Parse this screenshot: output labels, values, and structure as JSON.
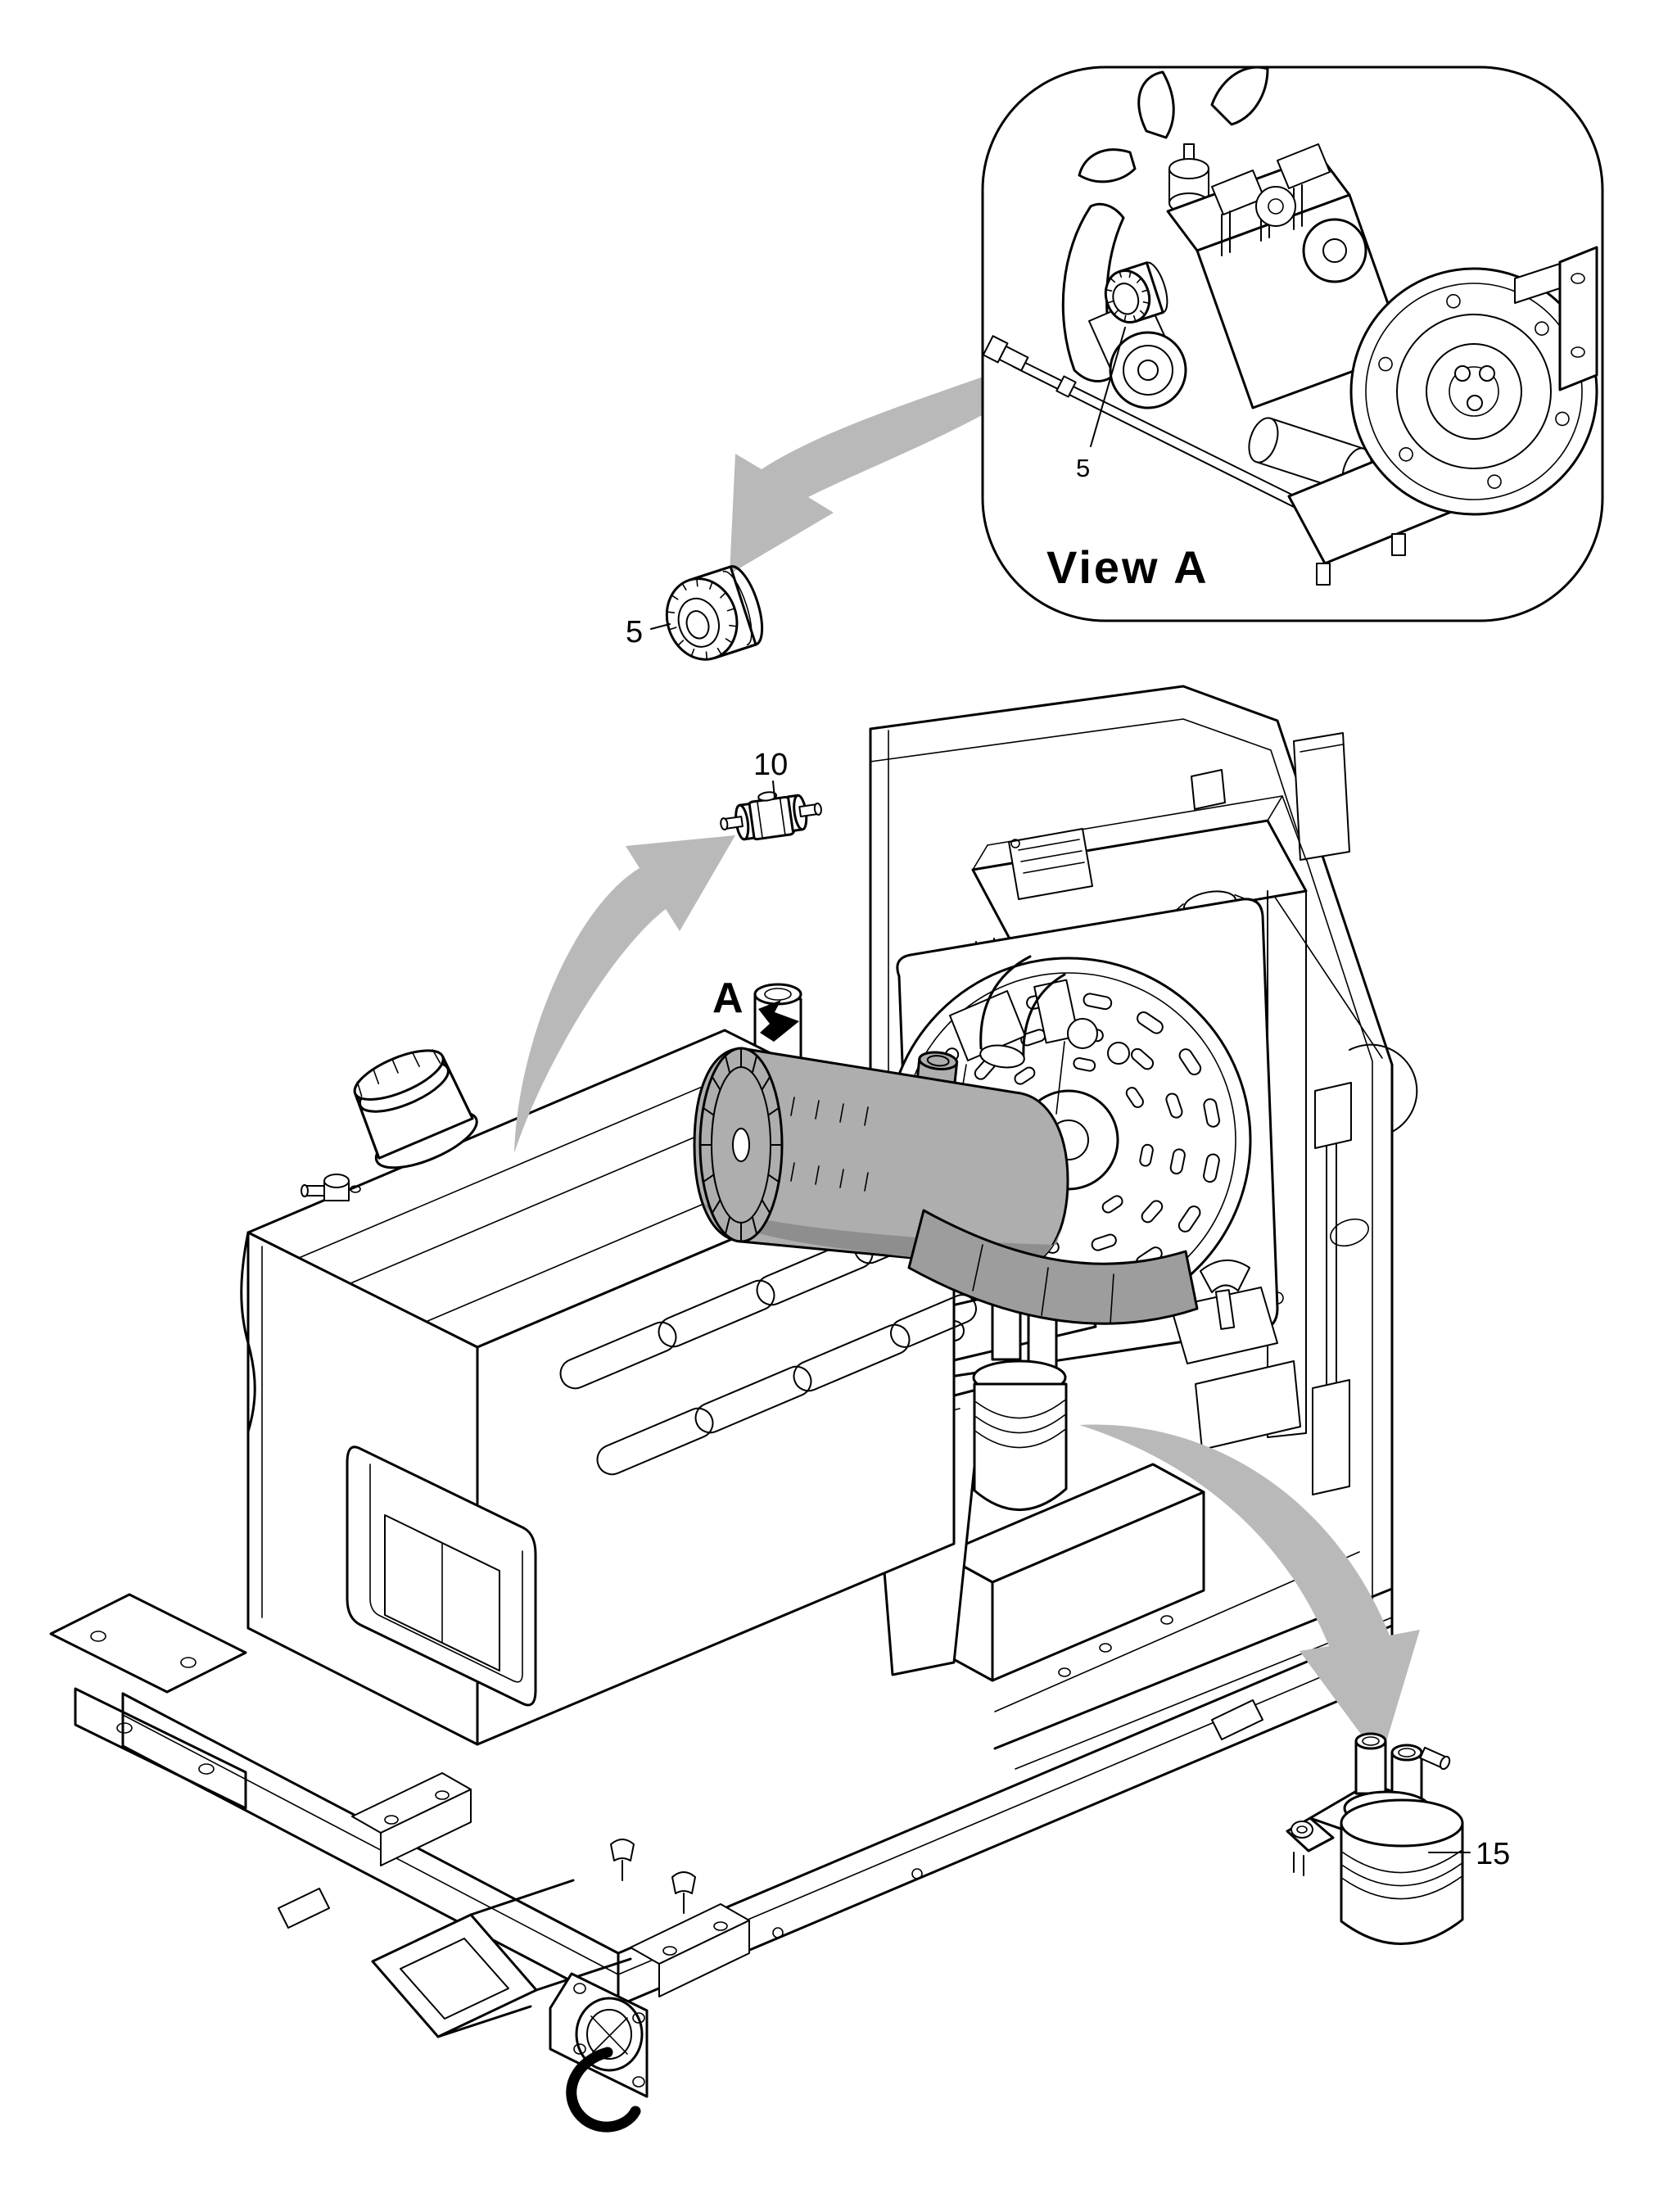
{
  "figure": {
    "kind": "exploded-parts-diagram",
    "inset": {
      "caption": "View A",
      "callouts": {
        "oil_filter": "5"
      }
    },
    "main": {
      "view_marker": "A",
      "callouts": {
        "oil_filter": "5",
        "inline_fuel_filter": "10",
        "fuel_filter_water_separator": "15"
      }
    }
  },
  "icons": {
    "inset_to_oil_filter_arrow": "curved-gray-arrow",
    "tank_to_inline_filter_arrow": "curved-gray-arrow",
    "engine_to_fuel_filter_arrow": "curved-gray-arrow",
    "view_direction_arrow": "solid-black-arrow"
  },
  "colors": {
    "background": "#ffffff",
    "line": "#000000",
    "arrow_gray": "#b9b9b9",
    "part_gray": "#aeaeae",
    "hose_gray": "#9d9d9d"
  }
}
